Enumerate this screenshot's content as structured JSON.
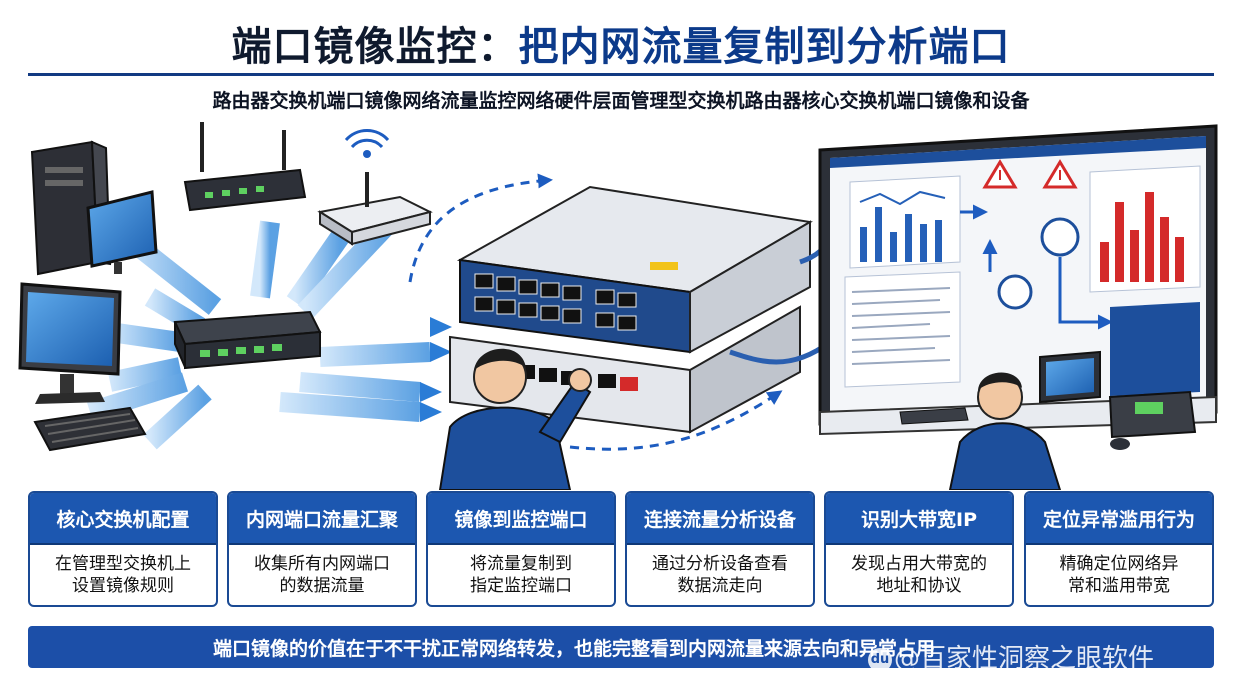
{
  "title": {
    "part1": "端口镜像监控：",
    "part2": "把内网流量复制到分析端口"
  },
  "subtitle": "路由器交换机端口镜像网络流量监控网络硬件层面管理型交换机路由器核心交换机端口镜像和设备",
  "cards": [
    {
      "title": "核心交换机配置",
      "desc1": "在管理型交换机上",
      "desc2": "设置镜像规则"
    },
    {
      "title": "内网端口流量汇聚",
      "desc1": "收集所有内网端口",
      "desc2": "的数据流量"
    },
    {
      "title": "镜像到监控端口",
      "desc1": "将流量复制到",
      "desc2": "指定监控端口"
    },
    {
      "title": "连接流量分析设备",
      "desc1": "通过分析设备查看",
      "desc2": "数据流走向"
    },
    {
      "title": "识别大带宽IP",
      "desc1": "发现占用大带宽的",
      "desc2": "地址和协议"
    },
    {
      "title": "定位异常滥用行为",
      "desc1": "精确定位网络异",
      "desc2": "常和滥用带宽"
    }
  ],
  "banner": "端口镜像的价值在于不干扰正常网络转发，也能完整看到内网流量来源去向和异常占用",
  "watermark": "@百家性洞察之眼软件",
  "watermark_logo": "du",
  "colors": {
    "primary": "#1c57b0",
    "dark": "#123a82",
    "alert": "#d42a2a"
  }
}
